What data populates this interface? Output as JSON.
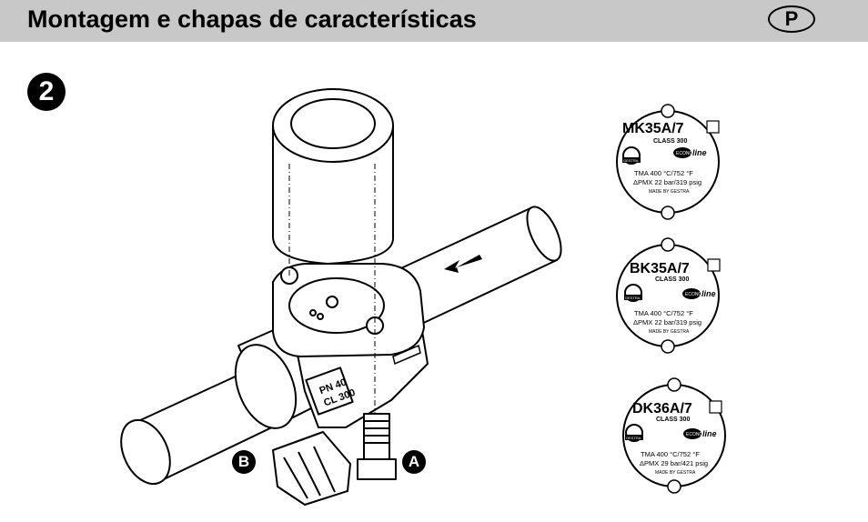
{
  "header": {
    "title": "Montagem e chapas de características",
    "lang_badge": "P"
  },
  "figure": {
    "step_number": "2",
    "callout_a": "A",
    "callout_b": "B",
    "flange_marking_line1": "PN 40",
    "flange_marking_line2": "CL 300"
  },
  "plates": [
    {
      "model": "MK35A/7",
      "class": "CLASS 300",
      "logo_left": "GESTRA",
      "logo_right_a": "ECONO",
      "logo_right_b": "line",
      "tma": "TMA 400 °C/752 °F",
      "pmx": "ΔPMX 22 bar/319 psig",
      "made_by": "MADE BY GESTRA"
    },
    {
      "model": "BK35A/7",
      "class": "CLASS 300",
      "logo_left": "GESTRA",
      "logo_right_a": "ECONO",
      "logo_right_b": "line",
      "tma": "TMA 400 °C/752 °F",
      "pmx": "ΔPMX 22 bar/319 psig",
      "made_by": "MADE BY GESTRA"
    },
    {
      "model": "DK36A/7",
      "class": "CLASS 300",
      "logo_left": "GESTRA",
      "logo_right_a": "ECONO",
      "logo_right_b": "line",
      "tma": "TMA 400 °C/752 °F",
      "pmx": "ΔPMX 29 bar/421 psig",
      "made_by": "MADE BY GESTRA"
    }
  ],
  "colors": {
    "header_bg": "#c8c8c8",
    "ink": "#000000"
  }
}
